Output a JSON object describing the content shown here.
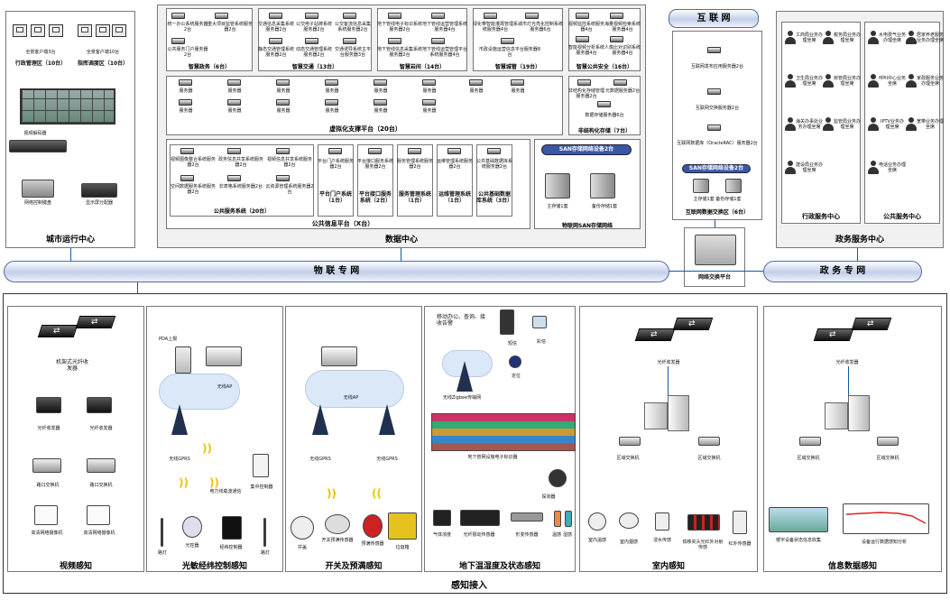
{
  "city_center": {
    "title": "城市运行中心",
    "clients": [
      {
        "label": "全景客户端3台",
        "group": "行政管理区（10台）"
      },
      {
        "label": "全景客户端10台",
        "group": "指挥调度区（10台）"
      }
    ],
    "video_decoder": "视频解码器",
    "network_keyboard": "网络控制键盘",
    "display_splitter": "显示屏分配器"
  },
  "data_center": {
    "title": "数据中心",
    "top_blocks": [
      {
        "title": "智慧政务（6台）",
        "items": [
          "统一办公系统服务器2台",
          "重大项目监管系统服务器2台",
          "公共服务门户服务器2台"
        ]
      },
      {
        "title": "智慧交通（13台）",
        "items": [
          "交通信息采集系统服务器2台",
          "公交电子站牌系统服务器2台",
          "公交客流信息采集系统服务器2台",
          "静态交通管理系统服务器2台",
          "动态交通管理系统服务器2台",
          "交通诱导系统主平台服务器3台"
        ]
      },
      {
        "title": "智慧岩间（14台）",
        "items": [
          "地下管线电子标识系统服务器2台",
          "地下管线运营管理系统服务器4台",
          "地下管线信息采集系统服务器2台",
          "地下管线运营管理平台系统服务器4台"
        ]
      },
      {
        "title": "智慧城管（19台）",
        "items": [
          "绿化带智能灌溉管理系统服务器4台",
          "城市灯光亮化控制系统服务器6台",
          "市政设施运营信息平台服务器8台"
        ]
      },
      {
        "title": "智慧公共安全（16台）",
        "items": [
          "视频监控系统服务器4台",
          "海量视频检索系统服务器4台",
          "智能视频分析系统服务器4台",
          "人像比对识别系统服务器4台"
        ]
      }
    ],
    "virtual_platform": {
      "title": "虚拟化支撑平台（20台）",
      "server_label": "服务器"
    },
    "unstructured": {
      "title": "非结构化存储（7台）",
      "items": [
        "非结构化存储管理服务器2台",
        "元数据服务器2台",
        "数据存储服务器6台"
      ]
    },
    "public_service": {
      "title": "公共服务系统（20台）",
      "items": [
        "视频图像整合系统服务器2台",
        "政务信息共享系统服务器2台",
        "视频信息共享系统服务器2台",
        "空间数据服务系统服务器2台",
        "非表格系统服务器2台",
        "云资源管理系统服务器2台"
      ]
    },
    "platform_groups": [
      {
        "item": "平台门户系统服务器2台",
        "title": "平台门户系统（1台）"
      },
      {
        "item": "平台接口服务系统服务器2台",
        "title": "平台接口服务系统（2台）"
      },
      {
        "item": "服务管理系统服务器2台",
        "title": "服务管理系统（1台）"
      },
      {
        "item": "运维管理系统服务器2台",
        "title": "运维管理系统（1台）"
      },
      {
        "item": "公共基础数据库系统服务器2台",
        "title": "公共基础数据库系统（3台）"
      }
    ],
    "public_platform": "公共信息平台（X台）",
    "san": {
      "title": "SAN存储网络设备2台",
      "main": "主存储1套",
      "backup": "备份存储1套",
      "footer": "物联网SAN存储网络"
    }
  },
  "internet": {
    "banner": "互 联 网",
    "release_server": "互联网发布应用服务器2台",
    "exchange_server": "互联网交换服务器2台",
    "database": "互联网数据库（OracleRAC）服务器2台",
    "san_device": "SAN存储网络设备2台",
    "storage": "主存储1套  备份存储1套",
    "exchange_zone": "互联网数据交换区（6台）",
    "network_exchange": "网络交换平台"
  },
  "government": {
    "title": "政务服务中心",
    "admin": {
      "title": "行政服务中心",
      "items": [
        "工商局业务办理坐席",
        "税务局业务办理坐席",
        "卫生局业务办理坐席",
        "房管局业务办理坐席",
        "海关办事处业务办理坐席",
        "监管局业务办理坐席",
        "建设局业务办理坐席"
      ]
    },
    "public": {
      "title": "公共服务中心",
      "items": [
        "水电费气业务办理坐席",
        "居家养老服务业务办理坐席",
        "呼叫中心业务坐席",
        "家政服务业务办理坐席",
        "IPTV业务办理坐席",
        "宽带业务办理坐席",
        "电话业务办理坐席"
      ]
    }
  },
  "networks": {
    "iot": "物   联   专   网",
    "gov": "政   务   专   网"
  },
  "sensing": {
    "title": "感知接入",
    "panels": [
      {
        "title": "视频感知",
        "labels": [
          "机架式光纤收发器",
          "光纤收发器",
          "光纤收发器",
          "路口交换机",
          "路口交换机",
          "高清网络摄像机",
          "高清网络摄像机"
        ]
      },
      {
        "title": "光敏经纬控制感知",
        "labels": [
          "PDA上报",
          "无线AP",
          "无线GPRS",
          "电力线载波通信",
          "集中控制器",
          "路灯",
          "光控器",
          "经纬控制器",
          "路灯"
        ]
      },
      {
        "title": "开关及预满感知",
        "labels": [
          "无线AP",
          "无线GPRS",
          "无线GPRS",
          "井盖",
          "开关预满传感器",
          "预满传感器",
          "垃圾箱"
        ]
      },
      {
        "title": "地下温湿度及状态感知",
        "labels": [
          "移动办公、查询、接收告警",
          "短信",
          "彩信",
          "定位",
          "无线Zigbee传输网",
          "地下管网设施电子标识器",
          "探测器",
          "气体浓度",
          "光纤振动传感器",
          "形变传感器",
          "温感",
          "湿感"
        ]
      },
      {
        "title": "室内感知",
        "labels": [
          "光纤收发器",
          "区域交换机",
          "区域交换机",
          "室内温感",
          "室内烟感",
          "浸水传感",
          "铁移夹头光红外对射传感",
          "红外传感器"
        ]
      },
      {
        "title": "信息数据感知",
        "labels": [
          "光纤收发器",
          "区域交换机",
          "区域交换机",
          "楼宇设备状态信息收集",
          "设备运行数据感知分析"
        ]
      }
    ]
  }
}
